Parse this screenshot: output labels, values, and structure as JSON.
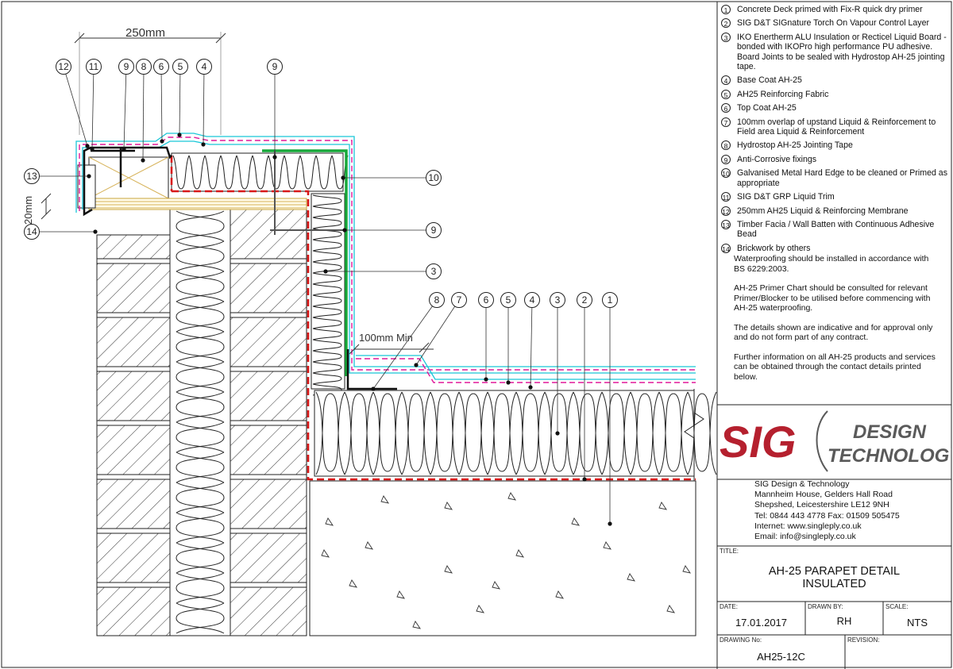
{
  "legend": [
    {
      "num": "1",
      "text": "Concrete Deck primed with Fix-R quick dry primer"
    },
    {
      "num": "2",
      "text": "SIG D&T SIGnature Torch On Vapour Control Layer"
    },
    {
      "num": "3",
      "text": "IKO Enertherm ALU Insulation or Recticel Liquid Board - bonded with IKOPro high performance PU adhesive. Board Joints to be sealed with Hydrostop AH-25 jointing tape."
    },
    {
      "num": "4",
      "text": "Base Coat AH-25"
    },
    {
      "num": "5",
      "text": "AH25 Reinforcing Fabric"
    },
    {
      "num": "6",
      "text": "Top Coat AH-25"
    },
    {
      "num": "7",
      "text": "100mm overlap of upstand Liquid & Reinforcement to Field area Liquid & Reinforcement"
    },
    {
      "num": "8",
      "text": "Hydrostop AH-25 Jointing Tape"
    },
    {
      "num": "9",
      "text": "Anti-Corrosive fixings"
    },
    {
      "num": "10",
      "text": "Galvanised Metal Hard Edge to be cleaned or Primed as appropriate"
    },
    {
      "num": "11",
      "text": "SIG D&T GRP Liquid Trim"
    },
    {
      "num": "12",
      "text": "250mm AH25 Liquid & Reinforcing Membrane"
    },
    {
      "num": "13",
      "text": "Timber Facia / Wall Batten with Continuous Adhesive Bead"
    },
    {
      "num": "14",
      "text": "Brickwork by others"
    }
  ],
  "notes": [
    "Waterproofing should be installed in accordance with BS 6229:2003.",
    "AH-25 Primer Chart should be consulted for relevant Primer/Blocker to be utilised before commencing with AH-25 waterproofing.",
    "The details shown are indicative and for approval only and do not form part of any contract.",
    "Further information on all AH-25 products and services  can be obtained through the contact details printed below."
  ],
  "logo": {
    "sig": "SIG",
    "design": "DESIGN",
    "technology": "TECHNOLOGY",
    "red": "#b5202e",
    "grey": "#5a5a5a"
  },
  "address": [
    "SIG Design & Technology",
    "Mannheim House, Gelders Hall Road",
    "Shepshed, Leicestershire LE12 9NH",
    "Tel: 0844 443 4778 Fax: 01509 505475",
    "Internet: www.singleply.co.uk",
    "Email: info@singleply.co.uk"
  ],
  "title_block": {
    "title_label": "TITLE:",
    "title_line1": "AH-25 PARAPET DETAIL",
    "title_line2": "INSULATED",
    "date_label": "DATE:",
    "date": "17.01.2017",
    "drawn_label": "DRAWN BY:",
    "drawn": "RH",
    "scale_label": "SCALE:",
    "scale": "NTS",
    "drawing_no_label": "DRAWING No:",
    "drawing_no": "AH25-12C",
    "revision_label": "REVISION:"
  },
  "dimensions": {
    "top": "250mm",
    "side": "20mm",
    "overlap": "100mm Min"
  },
  "callouts_top": [
    "12",
    "11",
    "9",
    "8",
    "6",
    "5",
    "4",
    "9"
  ],
  "callouts_right": [
    "10",
    "9",
    "3"
  ],
  "callouts_left": [
    "13",
    "14"
  ],
  "callouts_field": [
    "8",
    "7",
    "6",
    "5",
    "4",
    "3",
    "2",
    "1"
  ],
  "colors": {
    "cyan": "#19c7d8",
    "magenta": "#e0189a",
    "red": "#d81818",
    "green": "#17a83a",
    "timber": "#d7b35a",
    "line": "#222222"
  }
}
